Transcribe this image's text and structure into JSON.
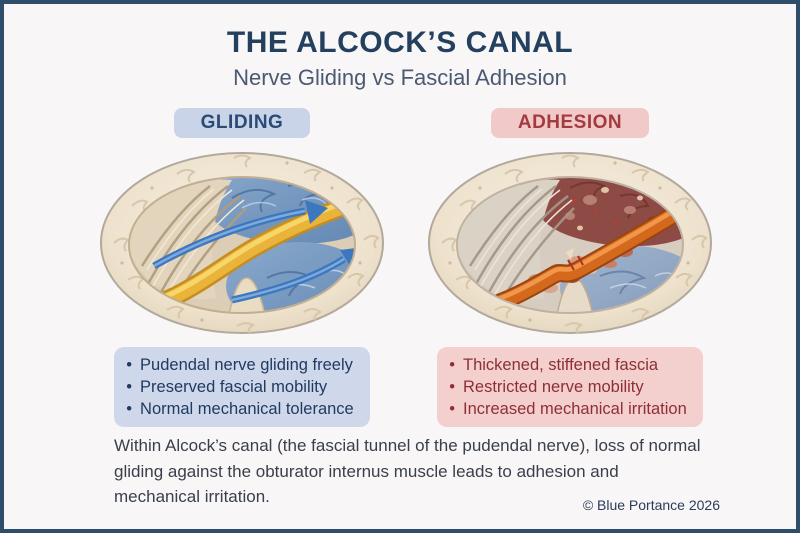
{
  "page": {
    "title": "THE ALCOCK’S CANAL",
    "subtitle": "Nerve Gliding vs Fascial Adhesion",
    "footnote": "Within Alcock’s canal (the fascial tunnel of the pudendal nerve), loss of normal gliding against the obturator internus muscle leads to adhesion and mechanical irritation.",
    "copyright": "© Blue Portance 2026"
  },
  "left_panel": {
    "badge": "GLIDING",
    "illustration": "alcock-canal-cross-section-healthy-gliding",
    "items": [
      "Pudendal nerve gliding freely",
      "Preserved fascial mobility",
      "Normal mechanical tolerance"
    ]
  },
  "right_panel": {
    "badge": "ADHESION",
    "illustration": "alcock-canal-cross-section-fascial-adhesion",
    "items": [
      "Thickened, stiffened fascia",
      "Restricted nerve mobility",
      "Increased mechanical irritation"
    ]
  },
  "colors": {
    "frame_border": "#2f4d6a",
    "background": "#f8f6f6",
    "title_text": "#24405f",
    "subtitle_text": "#4a5a72",
    "gliding_badge_bg": "#c9d4e8",
    "gliding_badge_text": "#2b4b76",
    "adhesion_badge_bg": "#f2c9c9",
    "adhesion_badge_text": "#a23a40",
    "gliding_box_bg": "#cfd8ea",
    "gliding_box_text": "#203a60",
    "adhesion_box_bg": "#f3cfce",
    "adhesion_box_text": "#8e2f36",
    "healthy_nerve": "#eab33a",
    "irritated_nerve": "#d4691e",
    "muscle_blue": "#7b9cc4",
    "inflamed_tissue": "#8e4a45",
    "arrow_blue": "#3c78c0",
    "canal_ring_cream": "#eee2cd"
  }
}
